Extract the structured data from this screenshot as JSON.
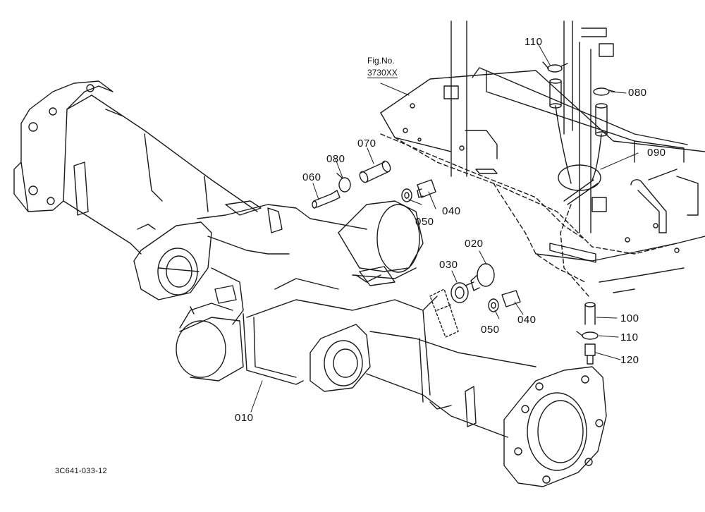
{
  "figure_ref": {
    "line1": "Fig.No.",
    "line2": "3730XX"
  },
  "drawing_code": "3C641-033-12",
  "callouts": {
    "c010": "010",
    "c020": "020",
    "c030": "030",
    "c040a": "040",
    "c040b": "040",
    "c050a": "050",
    "c050b": "050",
    "c060": "060",
    "c070": "070",
    "c080a": "080",
    "c080b": "080",
    "c090": "090",
    "c100": "100",
    "c110a": "110",
    "c110b": "110",
    "c120": "120"
  },
  "colors": {
    "line": "#1a1a1a",
    "background": "#ffffff"
  }
}
